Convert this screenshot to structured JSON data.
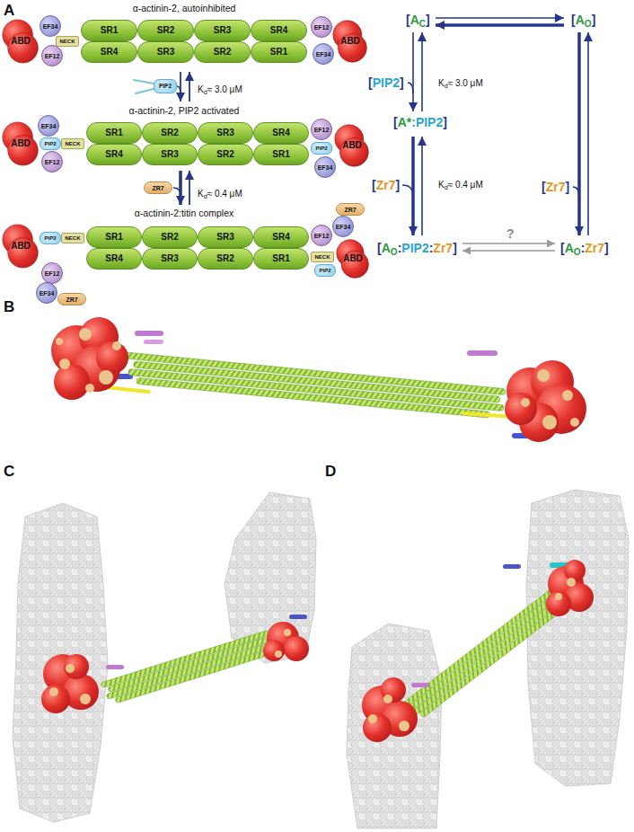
{
  "diagram": {
    "nodes": [
      {
        "text": [
          "ABD"
        ]
      },
      {
        "text": [
          "EF34"
        ]
      },
      {
        "text": [
          "NECK"
        ]
      },
      {
        "text": [
          "EF12"
        ]
      },
      {
        "text": [
          "SR1"
        ]
      },
      {
        "text": [
          "SR2"
        ]
      },
      {
        "text": [
          "SR3"
        ]
      },
      {
        "text": [
          "SR4"
        ]
      },
      {
        "text": [
          "SR4"
        ]
      },
      {
        "text": [
          "SR3"
        ]
      },
      {
        "text": [
          "SR2"
        ]
      },
      {
        "text": [
          "SR1"
        ]
      },
      {
        "text": [
          "EF12"
        ]
      },
      {
        "text": [
          "EF34"
        ]
      },
      {
        "text": [
          "ABD"
        ]
      },
      {
        "text": [
          "PIP2"
        ]
      },
      {
        "text": [
          "ABD"
        ]
      },
      {
        "text": [
          "EF34"
        ]
      },
      {
        "text": [
          "PIP2"
        ]
      },
      {
        "text": [
          "NECK"
        ]
      },
      {
        "text": [
          "EF12"
        ]
      },
      {
        "text": [
          "SR1"
        ]
      },
      {
        "text": [
          "SR2"
        ]
      },
      {
        "text": [
          "SR3"
        ]
      },
      {
        "text": [
          "SR4"
        ]
      },
      {
        "text": [
          "SR4"
        ]
      },
      {
        "text": [
          "SR3"
        ]
      },
      {
        "text": [
          "SR2"
        ]
      },
      {
        "text": [
          "SR1"
        ]
      },
      {
        "text": [
          "EF12"
        ]
      },
      {
        "text": [
          "PIP2"
        ]
      },
      {
        "text": [
          "EF34"
        ]
      },
      {
        "text": [
          "ABD"
        ]
      },
      {
        "text": [
          "ZR7"
        ]
      },
      {
        "text": [
          "ABD"
        ]
      },
      {
        "text": [
          "PIP2"
        ]
      },
      {
        "text": [
          "NECK"
        ]
      },
      {
        "text": [
          "SR1"
        ]
      },
      {
        "text": [
          "SR2"
        ]
      },
      {
        "text": [
          "SR3"
        ]
      },
      {
        "text": [
          "SR4"
        ]
      },
      {
        "text": [
          "SR4"
        ]
      },
      {
        "text": [
          "SR3"
        ]
      },
      {
        "text": [
          "SR2"
        ]
      },
      {
        "text": [
          "SR1"
        ]
      },
      {
        "text": [
          "EF12"
        ]
      },
      {
        "text": [
          "EF34"
        ]
      },
      {
        "text": [
          "ZR7"
        ]
      },
      {
        "text": [
          "ZR7"
        ]
      },
      {
        "text": [
          "EF34"
        ]
      },
      {
        "text": [
          "EF12"
        ]
      },
      {
        "text": [
          "NECK"
        ]
      },
      {
        "text": [
          "PIP2"
        ]
      },
      {
        "text": [
          "ABD"
        ]
      }
    ],
    "labels": [
      "A",
      "α-actinin-2, autoinhibited",
      "K",
      "d",
      "≈ 3.0 μM",
      "α-actinin-2, PIP2 activated",
      "K",
      "d",
      "≈ 0.4 μM",
      "α-actinin-2:titin complex",
      "[",
      "A",
      "C",
      "]",
      "[",
      "A",
      "O",
      "]",
      "[",
      "PIP2",
      "]",
      "K",
      "d",
      "≈ 3.0 μM",
      "[",
      "A*",
      ":PIP2",
      "]",
      "[",
      "Zr7",
      "]",
      "K",
      "d",
      "≈ 0.4 μM",
      "[",
      "Zr7",
      "]",
      "[",
      "A",
      "O",
      ":",
      "PIP2",
      ":",
      "Zr7",
      "]",
      "?",
      "[",
      "A",
      "O",
      ":",
      "Zr7",
      "]",
      "B",
      "C",
      "D"
    ]
  }
}
